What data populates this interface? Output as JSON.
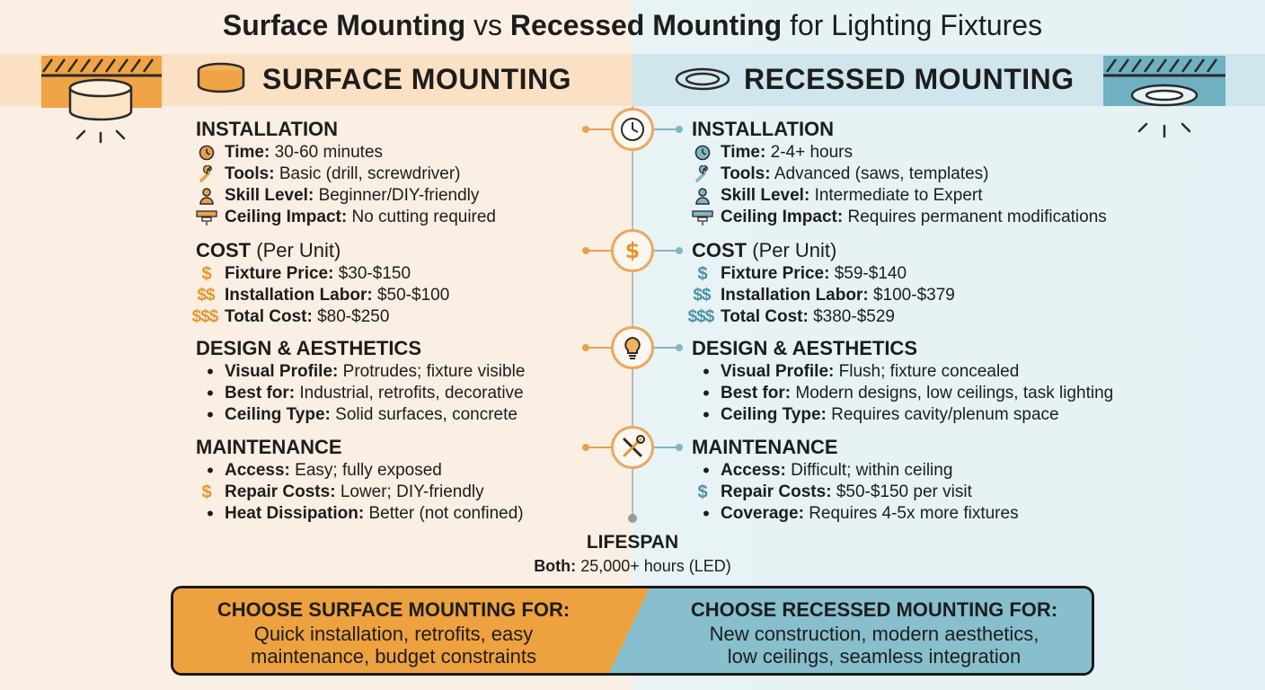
{
  "title": {
    "bold1": "Surface Mounting",
    "mid": "vs",
    "bold2": "Recessed Mounting",
    "tail": "for Lighting Fixtures"
  },
  "left_header": "SURFACE MOUNTING",
  "right_header": "RECESSED MOUNTING",
  "colors": {
    "orange": "#e9a04d",
    "teal": "#7fb7c8",
    "box_orange": "#eea13f",
    "box_teal": "#87bfcc"
  },
  "left": {
    "installation": {
      "heading": "INSTALLATION",
      "rows": [
        {
          "icon": "clock-icon",
          "label": "Time:",
          "value": "30-60 minutes"
        },
        {
          "icon": "wrench-icon",
          "label": "Tools:",
          "value": "Basic (drill, screwdriver)"
        },
        {
          "icon": "person-icon",
          "label": "Skill Level:",
          "value": "Beginner/DIY-friendly"
        },
        {
          "icon": "ceiling-icon",
          "label": "Ceiling Impact:",
          "value": "No cutting required"
        }
      ]
    },
    "cost": {
      "heading": "COST",
      "sub": "(Per Unit)",
      "rows": [
        {
          "icon": "$",
          "label": "Fixture Price:",
          "value": "$30-$150"
        },
        {
          "icon": "$$",
          "label": "Installation Labor:",
          "value": "$50-$100"
        },
        {
          "icon": "$$$",
          "label": "Total Cost:",
          "value": "$80-$250"
        }
      ]
    },
    "design": {
      "heading": "DESIGN & AESTHETICS",
      "rows": [
        {
          "label": "Visual Profile:",
          "value": "Protrudes; fixture visible"
        },
        {
          "label": "Best for:",
          "value": "Industrial, retrofits, decorative"
        },
        {
          "label": "Ceiling Type:",
          "value": "Solid surfaces, concrete"
        }
      ]
    },
    "maintenance": {
      "heading": "MAINTENANCE",
      "rows": [
        {
          "label": "Access:",
          "value": "Easy; fully exposed"
        },
        {
          "icon": "$",
          "label": "Repair Costs:",
          "value": "Lower; DIY-friendly"
        },
        {
          "label": "Heat Dissipation:",
          "value": "Better (not confined)"
        }
      ]
    }
  },
  "right": {
    "installation": {
      "heading": "INSTALLATION",
      "rows": [
        {
          "icon": "clock-icon",
          "label": "Time:",
          "value": "2-4+ hours"
        },
        {
          "icon": "wrench-icon",
          "label": "Tools:",
          "value": "Advanced (saws, templates)"
        },
        {
          "icon": "person-icon",
          "label": "Skill Level:",
          "value": "Intermediate to Expert"
        },
        {
          "icon": "ceiling-icon",
          "label": "Ceiling Impact:",
          "value": "Requires permanent modifications"
        }
      ]
    },
    "cost": {
      "heading": "COST",
      "sub": "(Per Unit)",
      "rows": [
        {
          "icon": "$",
          "label": "Fixture Price:",
          "value": "$59-$140"
        },
        {
          "icon": "$$",
          "label": "Installation Labor:",
          "value": "$100-$379"
        },
        {
          "icon": "$$$",
          "label": "Total Cost:",
          "value": "$380-$529"
        }
      ]
    },
    "design": {
      "heading": "DESIGN & AESTHETICS",
      "rows": [
        {
          "label": "Visual Profile:",
          "value": "Flush; fixture concealed"
        },
        {
          "label": "Best for:",
          "value": "Modern designs, low ceilings, task lighting"
        },
        {
          "label": "Ceiling Type:",
          "value": "Requires cavity/plenum space"
        }
      ]
    },
    "maintenance": {
      "heading": "MAINTENANCE",
      "rows": [
        {
          "label": "Access:",
          "value": "Difficult; within ceiling"
        },
        {
          "icon": "$",
          "label": "Repair Costs:",
          "value": "$50-$150 per visit"
        },
        {
          "label": "Coverage:",
          "value": "Requires 4-5x more fixtures"
        }
      ]
    }
  },
  "lifespan": {
    "title": "LIFESPAN",
    "label": "Both:",
    "value": "25,000+ hours (LED)"
  },
  "choose": {
    "surface_title": "CHOOSE SURFACE MOUNTING FOR:",
    "surface_line1": "Quick installation, retrofits, easy",
    "surface_line2": "maintenance, budget constraints",
    "recessed_title": "CHOOSE RECESSED MOUNTING FOR:",
    "recessed_line1": "New construction, modern aesthetics,",
    "recessed_line2": "low ceilings, seamless integration"
  }
}
